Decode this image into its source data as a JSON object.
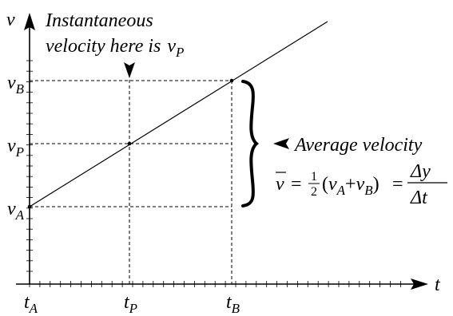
{
  "chart_data": {
    "type": "line",
    "title": "",
    "xlabel": "t",
    "ylabel": "v",
    "x_ticks": [
      {
        "sym": "t",
        "sub": "A"
      },
      {
        "sym": "t",
        "sub": "P"
      },
      {
        "sym": "t",
        "sub": "B"
      }
    ],
    "y_ticks": [
      {
        "sym": "v",
        "sub": "A"
      },
      {
        "sym": "v",
        "sub": "P"
      },
      {
        "sym": "v",
        "sub": "B"
      }
    ],
    "series": [
      {
        "x": [
          "t_A",
          "t_P",
          "t_B"
        ],
        "y": [
          "v_A",
          "v_P",
          "v_B"
        ]
      }
    ],
    "annotations": {
      "instant_line1": "Instantaneous",
      "instant_line2": "velocity here is",
      "instant_sym": "v",
      "instant_sub": "P",
      "average_label": "Average velocity",
      "formula": {
        "vbar": "v",
        "equals": "=",
        "half_num": "1",
        "half_den": "2",
        "paren_open": "(",
        "vA_sym": "v",
        "vA_sub": "A",
        "plus": "+",
        "vB_sym": "v",
        "vB_sub": "B",
        "paren_close": ")",
        "equals2": "=",
        "frac_num": "Δy",
        "frac_den": "Δt"
      }
    }
  }
}
